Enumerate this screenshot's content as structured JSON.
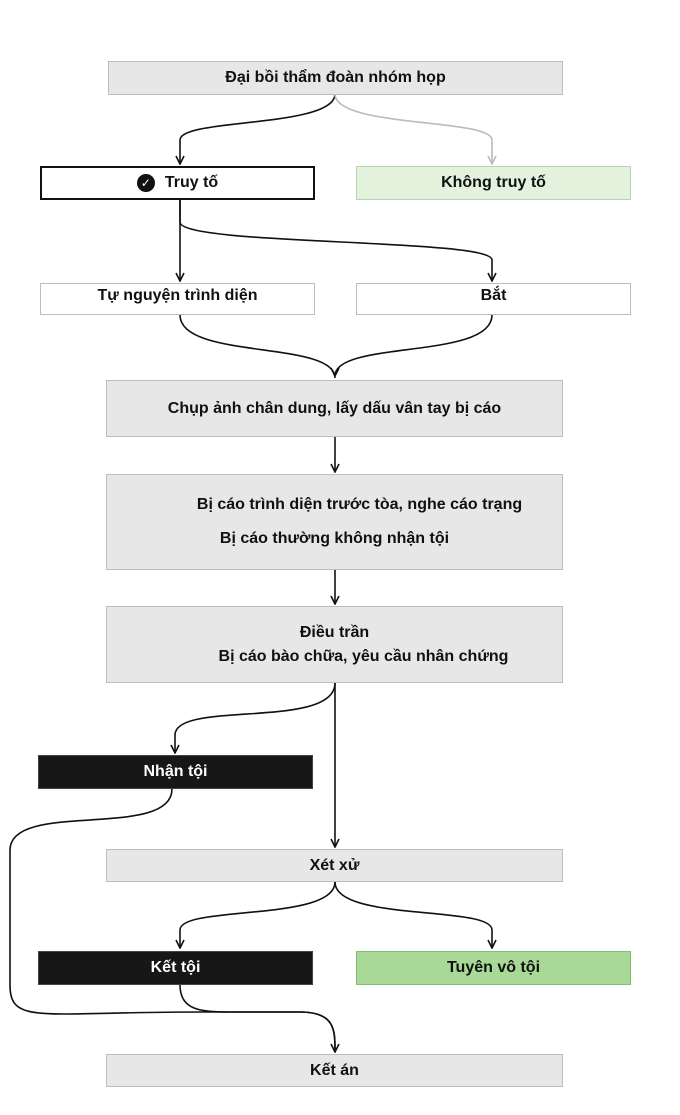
{
  "nodes": {
    "grand_jury": "Đại bồi thẩm đoàn nhóm họp",
    "indict": "Truy tố",
    "no_indict": "Không truy tố",
    "voluntary_appearance": "Tự nguyện trình diện",
    "arrest": "Bắt",
    "booking": "Chụp ảnh chân dung, lấy dấu vân tay bị cáo",
    "arraignment_line1": "Bị cáo trình diện trước tòa, nghe cáo trạng",
    "arraignment_line2": "Bị cáo thường không nhận tội",
    "hearing_line1": "Điều trần",
    "hearing_line2": "Bị cáo bào chữa, yêu cầu nhân chứng",
    "plead_guilty": "Nhận tội",
    "trial": "Xét xử",
    "convicted": "Kết tội",
    "acquitted": "Tuyên vô tội",
    "sentencing": "Kết án"
  },
  "icons": {
    "indict_icon": "check-circle-icon"
  },
  "colors": {
    "gray_box": "#e7e7e7",
    "black_box": "#171717",
    "green_box": "#a9d996",
    "light_green_box": "#e2f2dc",
    "connector": "#111111",
    "faded_connector": "#bbbbbb"
  }
}
